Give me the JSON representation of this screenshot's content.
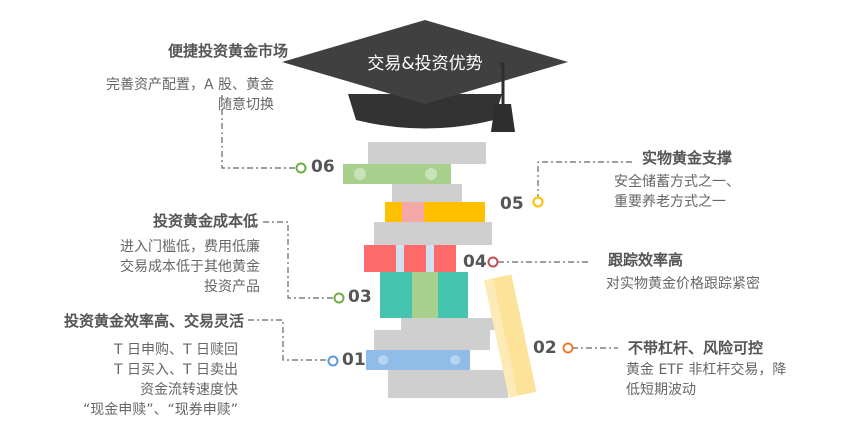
{
  "title": "交易&投资优势",
  "colors": {
    "cap": "#404040",
    "book_gray": "#cfcfcf",
    "green": "#a8d08d",
    "yellow": "#ffc000",
    "red": "#ff6b6b",
    "teal": "#45c4b0",
    "blue": "#8fbde8",
    "pencil": "#fde29a"
  },
  "items": [
    {
      "num": "01",
      "heading": "投资黄金效率高、交易灵活",
      "lines": [
        "T 日申购、T 日赎回",
        "T 日买入、T 日卖出",
        "资金流转速度快",
        "“现金申赎”、“现券申赎”"
      ],
      "color": "#5b9bd5"
    },
    {
      "num": "02",
      "heading": "不带杠杆、风险可控",
      "lines": [
        "黄金 ETF 非杠杆交易，降",
        "低短期波动"
      ],
      "color": "#ed7d31"
    },
    {
      "num": "03",
      "heading": "投资黄金成本低",
      "lines": [
        "进入门槛低，费用低廉",
        "交易成本低于其他黄金",
        "投资产品"
      ],
      "color": "#70ad47"
    },
    {
      "num": "04",
      "heading": "跟踪效率高",
      "lines": [
        "对实物黄金价格跟踪紧密"
      ],
      "color": "#c0504d"
    },
    {
      "num": "05",
      "heading": "实物黄金支撑",
      "lines": [
        "安全储蓄方式之一、",
        "重要养老方式之一"
      ],
      "color": "#ffc000"
    },
    {
      "num": "06",
      "heading": "便捷投资黄金市场",
      "lines": [
        "完善资产配置，A 股、黄金",
        "随意切换"
      ],
      "color": "#70ad47"
    }
  ]
}
